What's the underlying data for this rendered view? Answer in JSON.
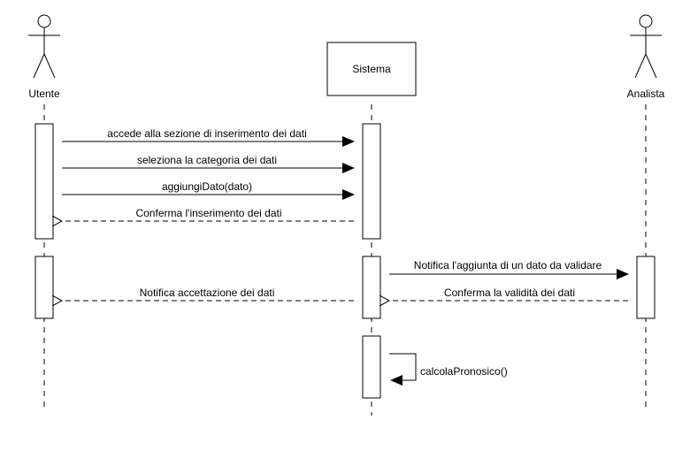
{
  "diagram": {
    "type": "sequence",
    "participants": [
      {
        "id": "utente",
        "kind": "actor",
        "label": "Utente"
      },
      {
        "id": "sistema",
        "kind": "object",
        "label": "Sistema"
      },
      {
        "id": "analista",
        "kind": "actor",
        "label": "Analista"
      }
    ],
    "messages": [
      {
        "from": "utente",
        "to": "sistema",
        "label": "accede alla sezione di inserimento dei dati",
        "style": "sync"
      },
      {
        "from": "utente",
        "to": "sistema",
        "label": "seleziona la categoria dei dati",
        "style": "sync"
      },
      {
        "from": "utente",
        "to": "sistema",
        "label": "aggiungiDato(dato)",
        "style": "sync"
      },
      {
        "from": "sistema",
        "to": "utente",
        "label": "Conferma l'inserimento dei dati",
        "style": "return"
      },
      {
        "from": "sistema",
        "to": "analista",
        "label": "Notifica l'aggiunta di un dato da validare",
        "style": "sync"
      },
      {
        "from": "analista",
        "to": "sistema",
        "label": "Conferma la validità dei dati",
        "style": "return"
      },
      {
        "from": "sistema",
        "to": "utente",
        "label": "Notifica accettazione dei dati",
        "style": "return"
      },
      {
        "from": "sistema",
        "to": "sistema",
        "label": "calcolaPronosico()",
        "style": "self"
      }
    ],
    "colors": {
      "stroke": "#000000",
      "fill": "#ffffff",
      "text": "#000000"
    }
  }
}
